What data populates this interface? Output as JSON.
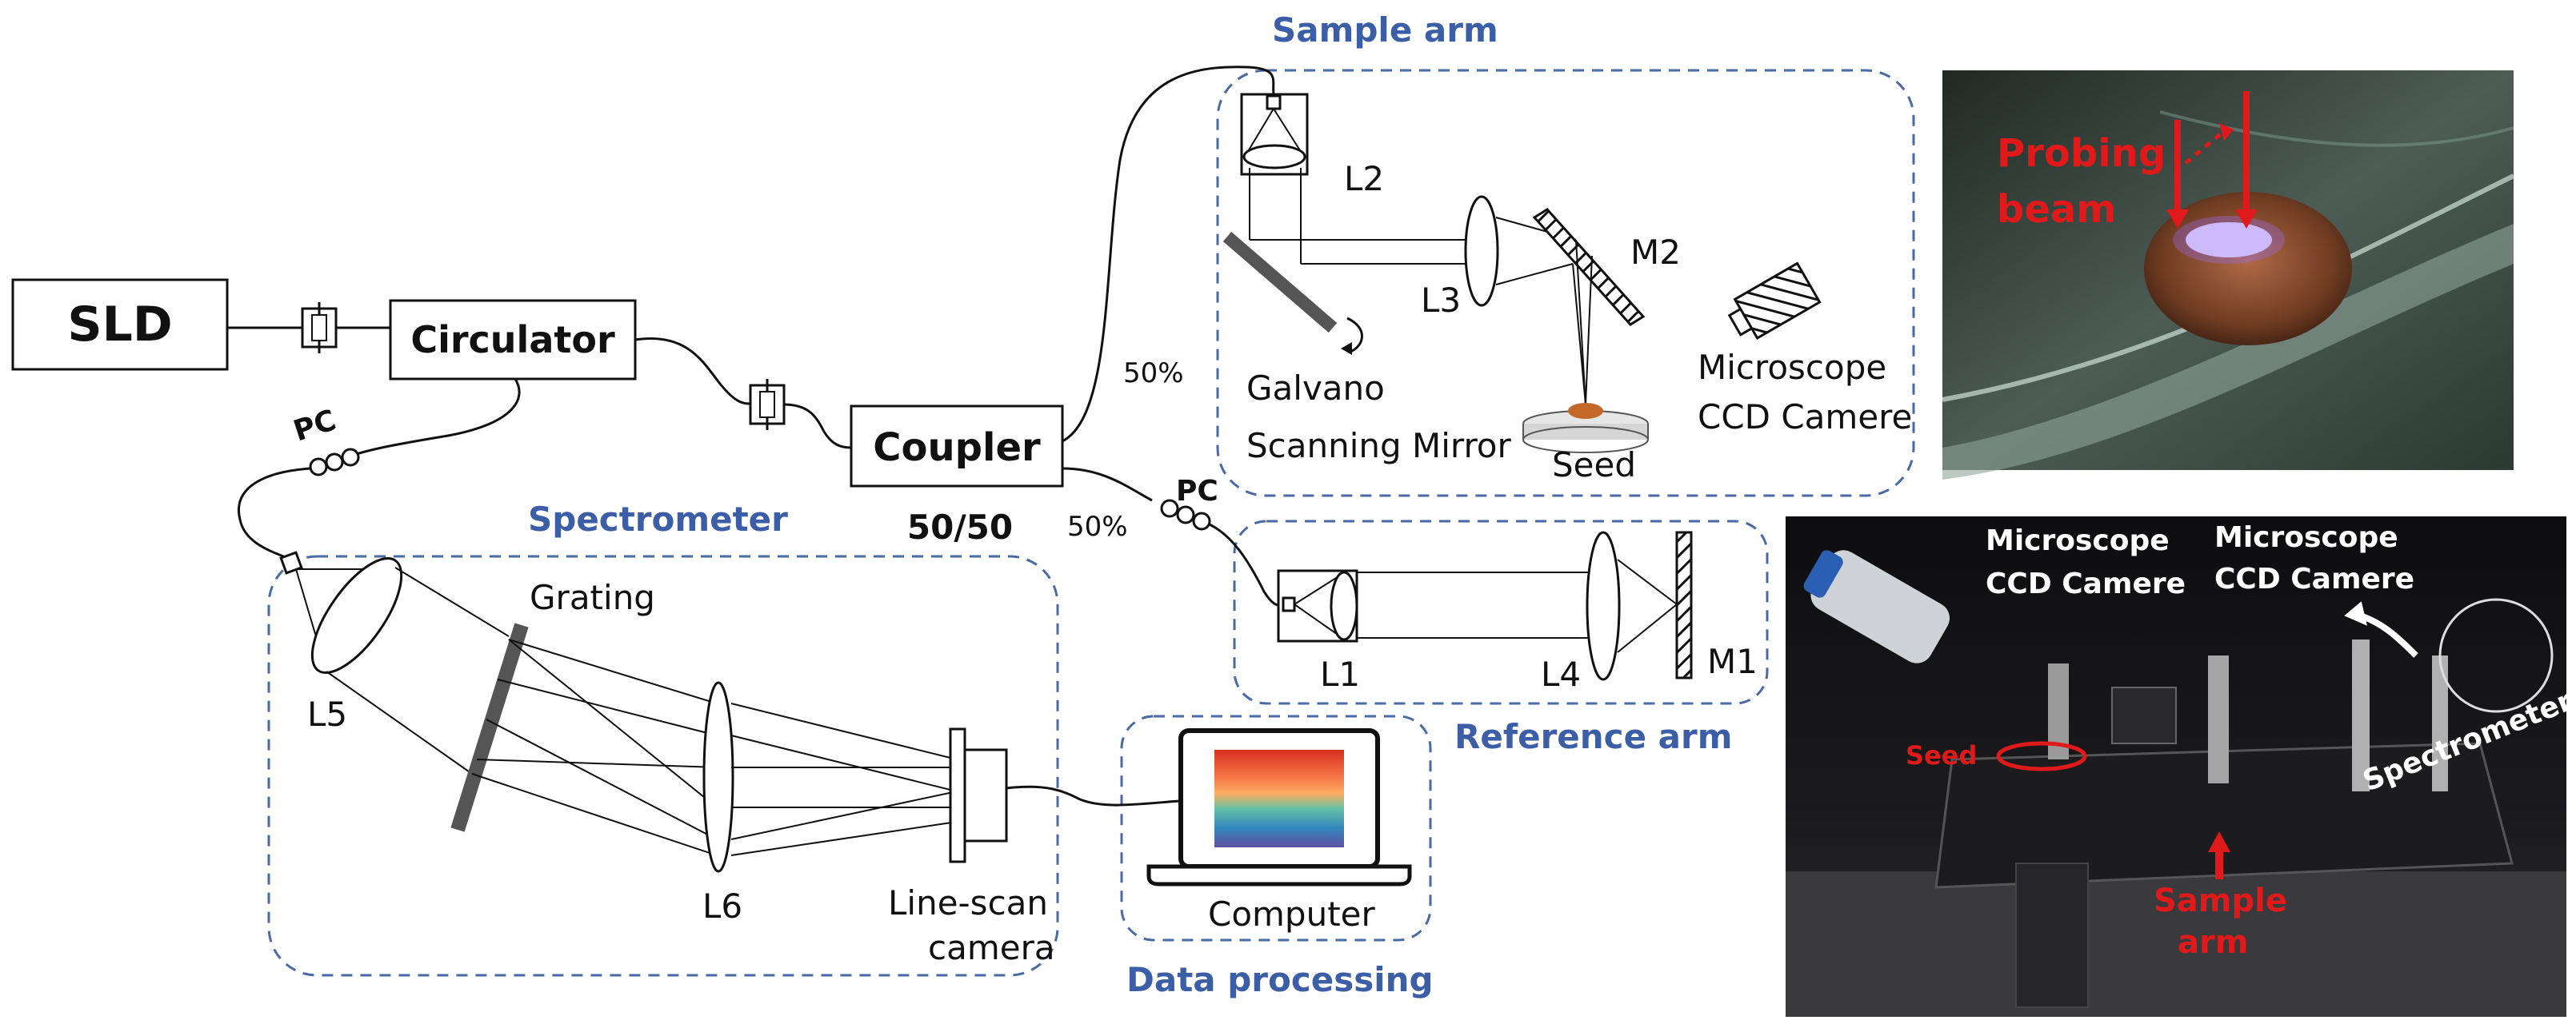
{
  "components": {
    "sld": "SLD",
    "circulator": "Circulator",
    "coupler": "Coupler",
    "coupler_ratio": "50/50",
    "pc_top": "PC",
    "pc_right": "PC",
    "split_sample_pct": "50%",
    "split_ref_pct": "50%"
  },
  "sample_arm": {
    "title": "Sample arm",
    "l2": "L2",
    "l3": "L3",
    "m2": "M2",
    "galvano_line1": "Galvano",
    "galvano_line2": "Scanning Mirror",
    "seed": "Seed",
    "microscope_line1": "Microscope",
    "microscope_line2": "CCD Camere"
  },
  "reference_arm": {
    "title": "Reference arm",
    "l1": "L1",
    "l4": "L4",
    "m1": "M1"
  },
  "spectrometer": {
    "title": "Spectrometer",
    "grating": "Grating",
    "l5": "L5",
    "l6": "L6",
    "camera_line1": "Line-scan",
    "camera_line2": "camera"
  },
  "data_processing": {
    "title": "Data processing",
    "computer": "Computer"
  },
  "photo_top": {
    "label_line1": "Probing",
    "label_line2": "beam"
  },
  "photo_bottom": {
    "microscope1_line1": "Microscope",
    "microscope1_line2": "CCD Camere",
    "microscope2_line1": "Microscope",
    "microscope2_line2": "CCD Camere",
    "spectrometer": "Spectrometer",
    "seed": "Seed",
    "sample_line1": "Sample",
    "sample_line2": "arm"
  },
  "colors": {
    "section_title": "#3b5ea6",
    "dashed_box": "#4a6aa5",
    "photo_annotation": "#e0191b"
  }
}
